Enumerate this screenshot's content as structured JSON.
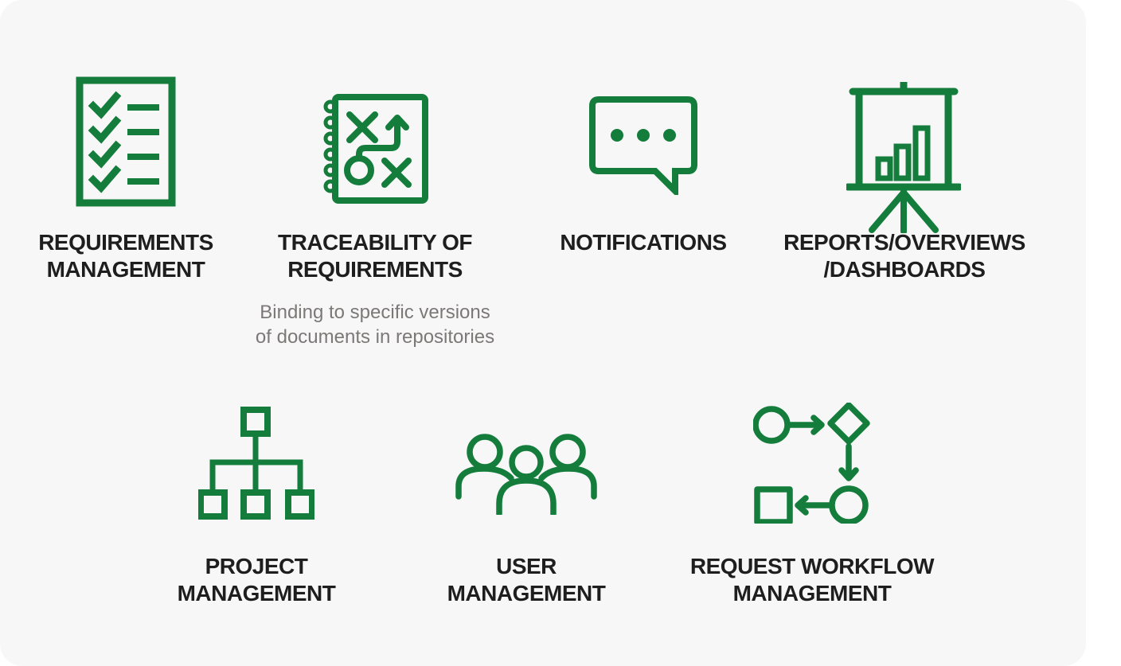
{
  "colors": {
    "accent_green": "#147d3c",
    "text_dark": "#1e1e1e",
    "text_gray": "#7c7878",
    "card_bg": "#f7f7f7",
    "page_bg": "#ffffff"
  },
  "features": {
    "requirements_management": {
      "icon": "checklist-document-icon",
      "lines": [
        "REQUIREMENTS",
        "MANAGEMENT"
      ]
    },
    "traceability_of_requirements": {
      "icon": "strategy-notebook-icon",
      "lines": [
        "TRACEABILITY OF",
        "REQUIREMENTS"
      ],
      "note_lines": [
        "Binding to specific versions",
        "of documents in repositories"
      ]
    },
    "notifications": {
      "icon": "speech-bubble-icon",
      "lines": [
        "NOTIFICATIONS"
      ]
    },
    "reports_overviews_dashboards": {
      "icon": "presentation-chart-icon",
      "lines": [
        "REPORTS/OVERVIEWS",
        "/DASHBOARDS"
      ]
    },
    "project_management": {
      "icon": "org-chart-icon",
      "lines": [
        "PROJECT",
        "MANAGEMENT"
      ]
    },
    "user_management": {
      "icon": "users-group-icon",
      "lines": [
        "USER",
        "MANAGEMENT"
      ]
    },
    "request_workflow_management": {
      "icon": "workflow-flowchart-icon",
      "lines": [
        "REQUEST WORKFLOW",
        "MANAGEMENT"
      ]
    }
  }
}
